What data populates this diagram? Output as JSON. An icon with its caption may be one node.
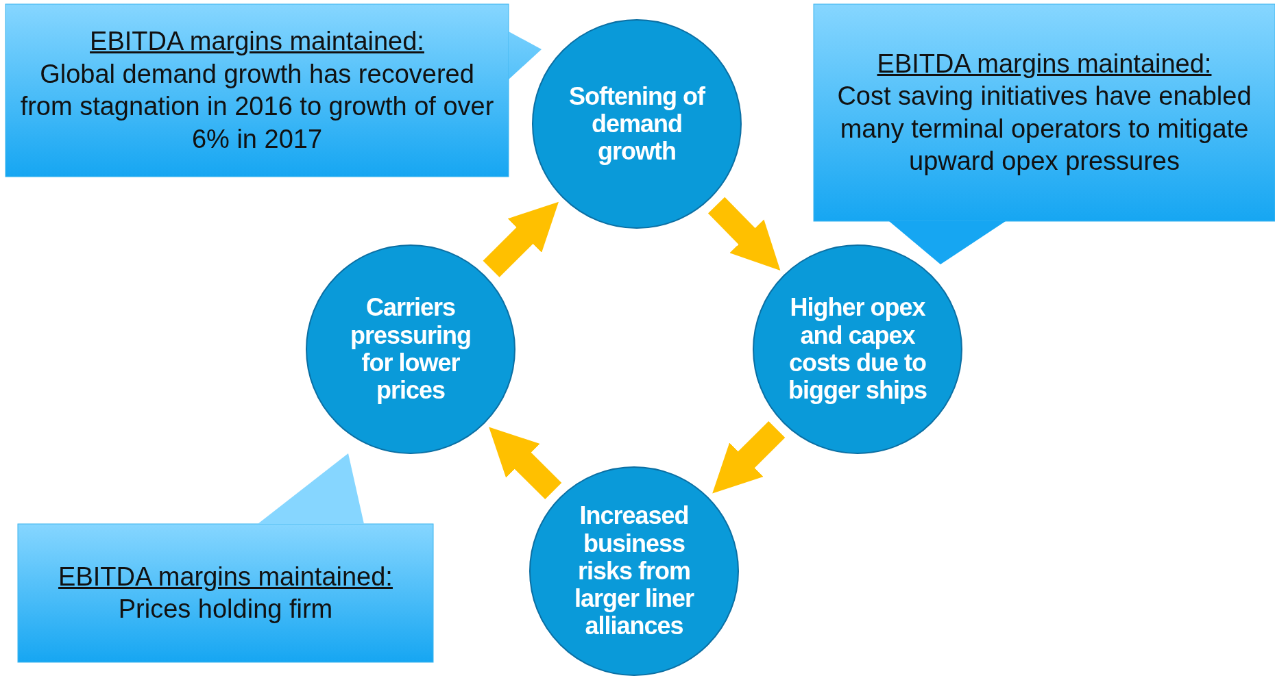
{
  "diagram": {
    "nodes": [
      {
        "text": [
          "EBITDA margins maintained:",
          "Global demand growth has recovered from stagnation in 2016 to growth of over 6% in 2017"
        ]
      },
      {
        "text": [
          "Softening of demand growth"
        ]
      },
      {
        "text": [
          "EBITDA margins maintained:",
          "Cost saving initiatives have enabled many terminal operators to mitigate upward opex pressures"
        ]
      },
      {
        "text": [
          "Higher opex and capex costs due to bigger ships"
        ]
      },
      {
        "text": [
          "Carriers pressuring for lower prices"
        ]
      },
      {
        "text": [
          "Increased business risks from larger liner alliances"
        ]
      },
      {
        "text": [
          "EBITDA margins maintained:",
          "Prices holding firm"
        ]
      }
    ],
    "edges": [
      {
        "from": 1,
        "to": 3,
        "arrow": "to"
      },
      {
        "from": 3,
        "to": 5,
        "arrow": "to"
      },
      {
        "from": 5,
        "to": 4,
        "arrow": "to"
      },
      {
        "from": 4,
        "to": 1,
        "arrow": "to"
      }
    ]
  }
}
